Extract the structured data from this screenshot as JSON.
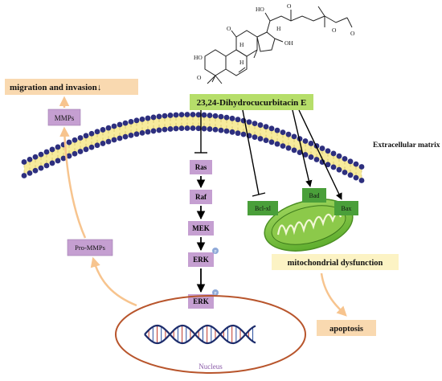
{
  "compound": {
    "name": "23,24-Dihydrocucurbitacin E",
    "structure_labels": {
      "ho_top": "HO",
      "h_top": "H",
      "oh_right": "OH",
      "o_left": "O",
      "ho_left": "HO",
      "o_ring": "O",
      "h_mid": "H",
      "h_lower": "H",
      "o_ester1": "O",
      "o_ester2": "O",
      "o_ketone": "O"
    }
  },
  "labels": {
    "extracellular_matrix": "Extracellular matrix",
    "migration_invasion": "migration and invasion",
    "migration_arrow_symbol": "↓",
    "mmps": "MMPs",
    "pro_mmps": "Pro-MMPs",
    "nucleus": "Nucleus",
    "mito_dysfunction": "mitochondrial dysfunction",
    "apoptosis": "apoptosis"
  },
  "pathway": {
    "ras": "Ras",
    "raf": "Raf",
    "mek": "MEK",
    "erk": "ERK",
    "erk_nuclear": "ERK",
    "phospho": "P"
  },
  "mito_proteins": {
    "bcl_xl": "Bcl-xl",
    "bad": "Bad",
    "bax": "Bax"
  },
  "colors": {
    "compound_box": "#b6de6a",
    "pathway_box": "#c59fd1",
    "mito_box": "#4a9f3a",
    "mitochondrion": "#7cc242",
    "membrane_head": "#2d2f7e",
    "membrane_fill": "#f7eb9c",
    "outcome_box": "#f9d9b0",
    "mito_dysfunction_box": "#fcf3c4",
    "arrow_orange": "#f7c48e",
    "nucleus_ring": "#b8552c",
    "phospho_dot": "#8fa9d8"
  }
}
